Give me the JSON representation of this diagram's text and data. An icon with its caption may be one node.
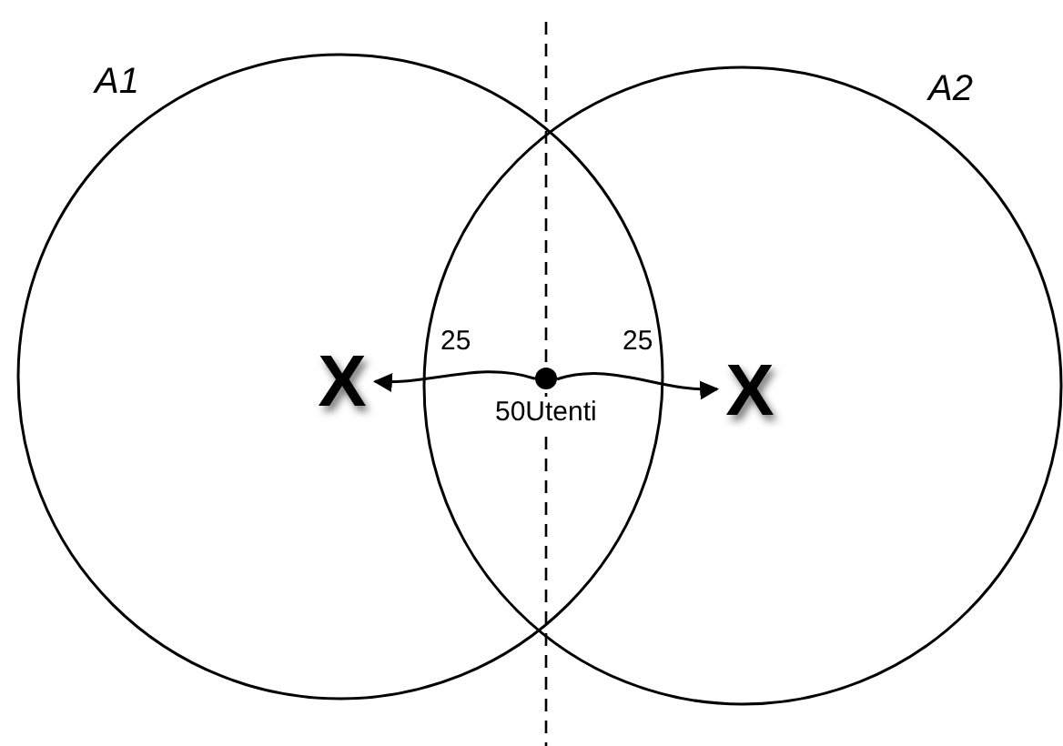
{
  "diagram": {
    "nodes": [
      {
        "text": [
          "A1"
        ]
      },
      {
        "text": [
          "A2"
        ]
      },
      {
        "text": [
          "X"
        ],
        "in": 0
      },
      {
        "text": [
          "X"
        ],
        "in": 1
      },
      {
        "text": [],
        "shape": "circle",
        "beside": [
          "50Utenti"
        ]
      }
    ],
    "edges": [
      {
        "from": 4,
        "to": 2,
        "arrow": "to",
        "label": "25"
      },
      {
        "from": 4,
        "to": 3,
        "arrow": "to",
        "label": "25"
      }
    ]
  }
}
